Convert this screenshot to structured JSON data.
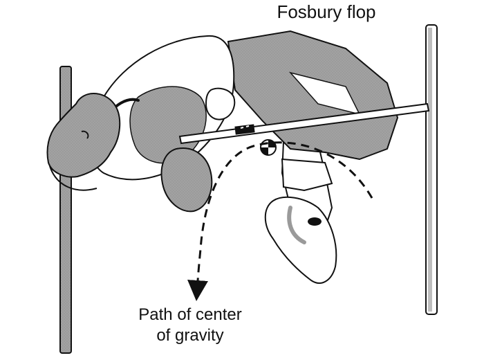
{
  "title": "Fosbury flop",
  "annotation": {
    "line1": "Path of center",
    "line2": "of gravity"
  },
  "colors": {
    "figure_fill": "#9a9a9a",
    "pole_fill": "#a8a8a8",
    "outline": "#111111",
    "background": "#ffffff"
  }
}
